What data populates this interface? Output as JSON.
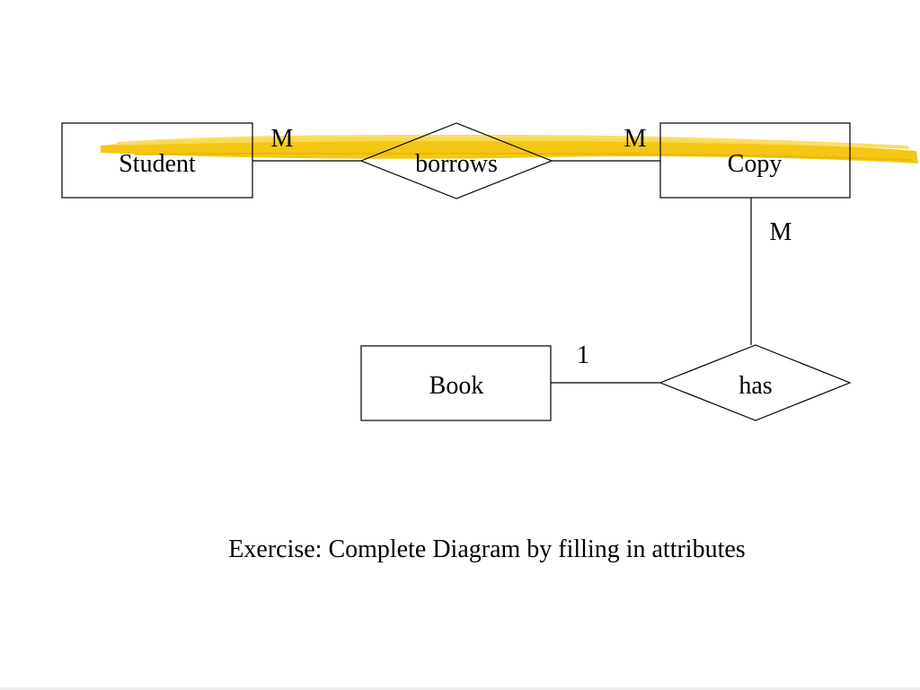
{
  "colors": {
    "highlight": "#f2c200",
    "highlight_light": "#f8dc5a",
    "stroke": "#000000",
    "background": "#ffffff"
  },
  "entities": {
    "student": "Student",
    "copy": "Copy",
    "book": "Book"
  },
  "relationships": {
    "borrows": "borrows",
    "has": "has"
  },
  "cardinalities": {
    "student_borrows": "M",
    "borrows_copy": "M",
    "copy_has": "M",
    "book_has": "1"
  },
  "caption": "Exercise:  Complete Diagram by filling in attributes"
}
